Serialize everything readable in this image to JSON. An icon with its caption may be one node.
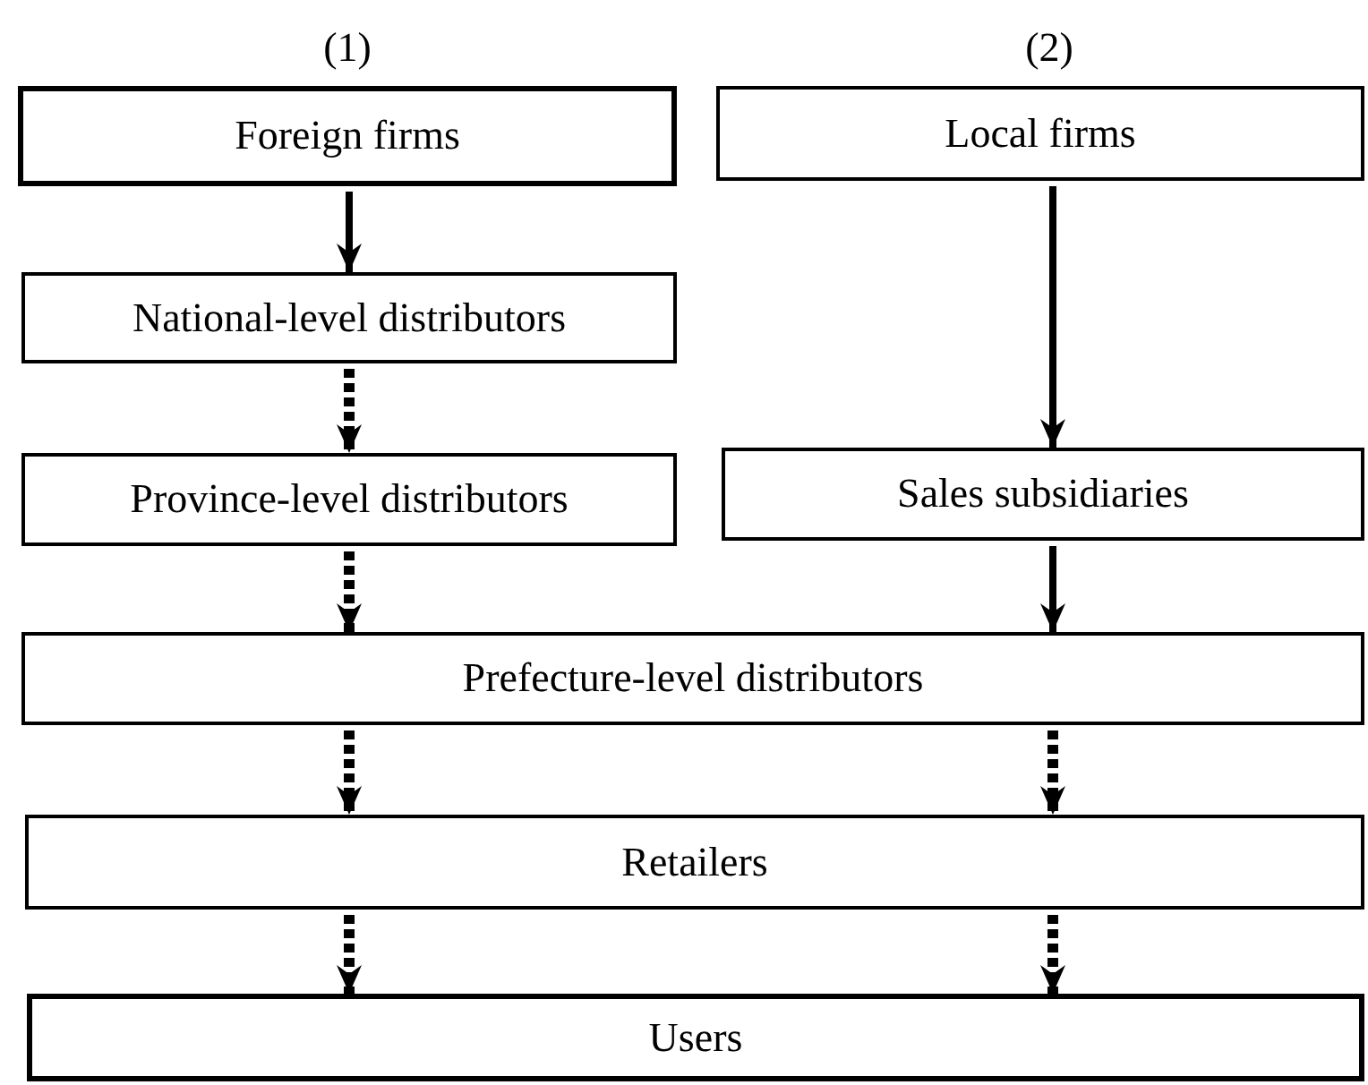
{
  "diagram": {
    "nodes": [
      {
        "text": [
          "Foreign firms"
        ],
        "beside": [
          "(1)"
        ]
      },
      {
        "text": [
          "Local firms"
        ],
        "beside": [
          "(2)"
        ]
      },
      {
        "text": [
          "National-level distributors"
        ]
      },
      {
        "text": [
          "Province-level distributors"
        ]
      },
      {
        "text": [
          "Sales subsidiaries"
        ]
      },
      {
        "text": [
          "Prefecture-level distributors"
        ]
      },
      {
        "text": [
          "Retailers"
        ]
      },
      {
        "text": [
          "Users"
        ]
      }
    ],
    "edges": [
      {
        "from": 0,
        "to": 2,
        "arrow": "to"
      },
      {
        "from": 1,
        "to": 4,
        "arrow": "to"
      },
      {
        "from": 2,
        "to": 3,
        "arrow": "to",
        "style": "dashed"
      },
      {
        "from": 3,
        "to": 5,
        "arrow": "to",
        "style": "dashed"
      },
      {
        "from": 4,
        "to": 5,
        "arrow": "to"
      },
      {
        "from": 5,
        "to": 6,
        "arrow": "to",
        "style": "dashed"
      },
      {
        "from": 5,
        "to": 6,
        "arrow": "to",
        "style": "dashed"
      },
      {
        "from": 6,
        "to": 7,
        "arrow": "to",
        "style": "dashed"
      },
      {
        "from": 6,
        "to": 7,
        "arrow": "to",
        "style": "dashed"
      }
    ]
  }
}
